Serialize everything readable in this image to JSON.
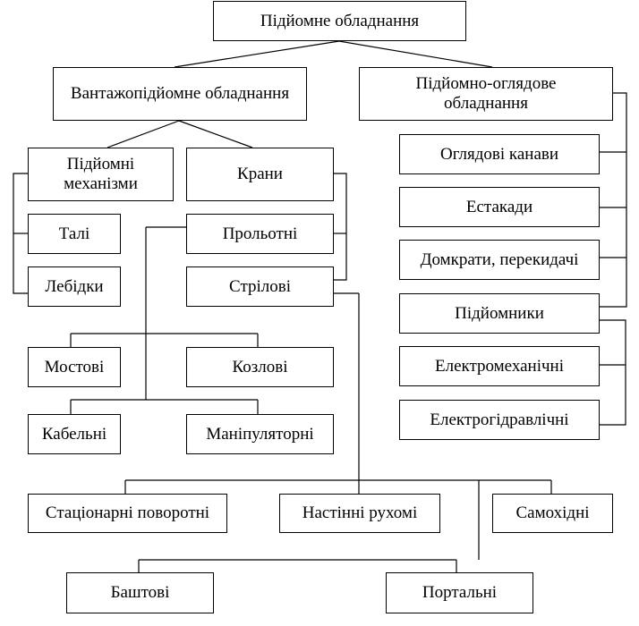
{
  "root": "Підйомне обладнання",
  "cargo": "Вантажопідйомне обладнання",
  "inspection": "Підйомно-оглядове обладнання",
  "mechanisms": "Підйомні механізми",
  "cranes": "Крани",
  "hoists": "Талі",
  "winches": "Лебідки",
  "span": "Прольотні",
  "boom": "Стрілові",
  "bridge": "Мостові",
  "gantry": "Козлові",
  "cable": "Кабельні",
  "manipulator": "Маніпуляторні",
  "stationary": "Стаціонарні поворотні",
  "wall": "Настінні рухомі",
  "selfpropelled": "Самохідні",
  "tower": "Баштові",
  "portal": "Портальні",
  "pits": "Оглядові канави",
  "overpass": "Естакади",
  "jacks": "Домкрати, перекидачі",
  "lifts": "Підйомники",
  "electromech": "Електромеханічні",
  "electrohydraulic": "Електрогідравлічні"
}
